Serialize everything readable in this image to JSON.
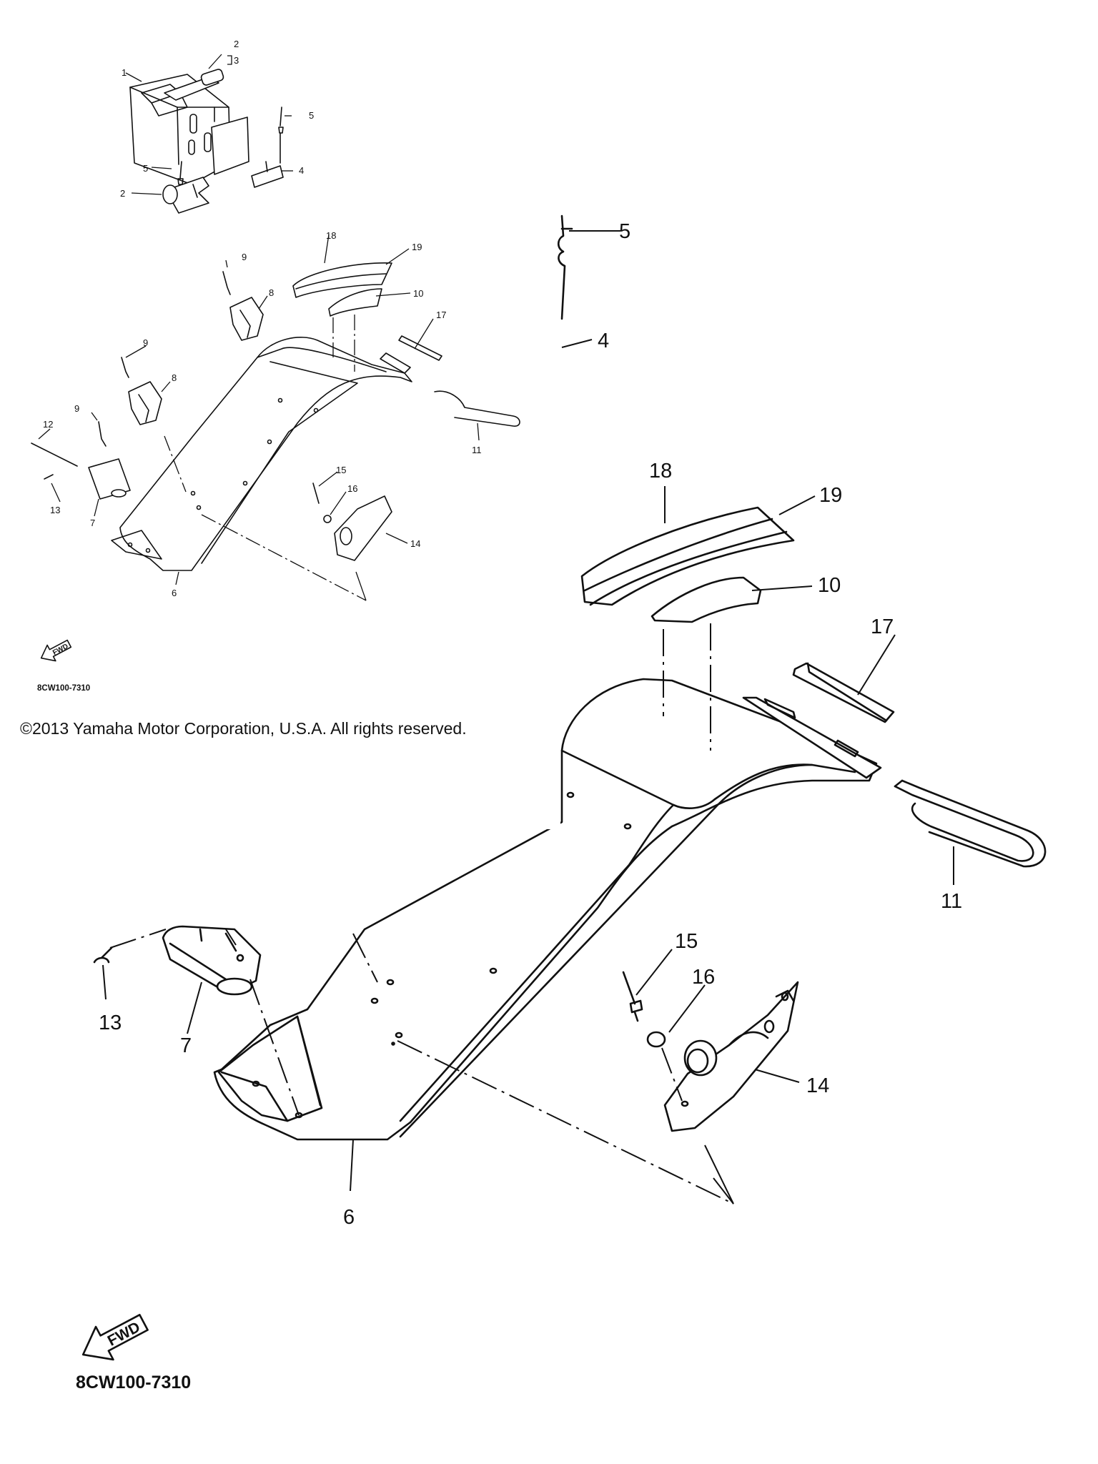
{
  "copyright": "©2013 Yamaha Motor Corporation, U.S.A. All rights reserved.",
  "diagram_code": "8CW100-7310",
  "fwd_label": "FWD",
  "inset_callouts": {
    "c1": "1",
    "c2a": "2",
    "c3": "3",
    "c2b": "2",
    "c4": "4",
    "c5a": "5",
    "c5b": "5"
  },
  "small_callouts": {
    "c6": "6",
    "c7": "7",
    "c8a": "8",
    "c8b": "8",
    "c9a": "9",
    "c9b": "9",
    "c9c": "9",
    "c10": "10",
    "c11": "11",
    "c12": "12",
    "c13": "13",
    "c14": "14",
    "c15": "15",
    "c16": "16",
    "c17": "17",
    "c18": "18",
    "c19": "19"
  },
  "large_callouts": {
    "c4": "4",
    "c5": "5",
    "c6": "6",
    "c7": "7",
    "c10": "10",
    "c11": "11",
    "c13": "13",
    "c14": "14",
    "c15": "15",
    "c16": "16",
    "c17": "17",
    "c18": "18",
    "c19": "19"
  }
}
